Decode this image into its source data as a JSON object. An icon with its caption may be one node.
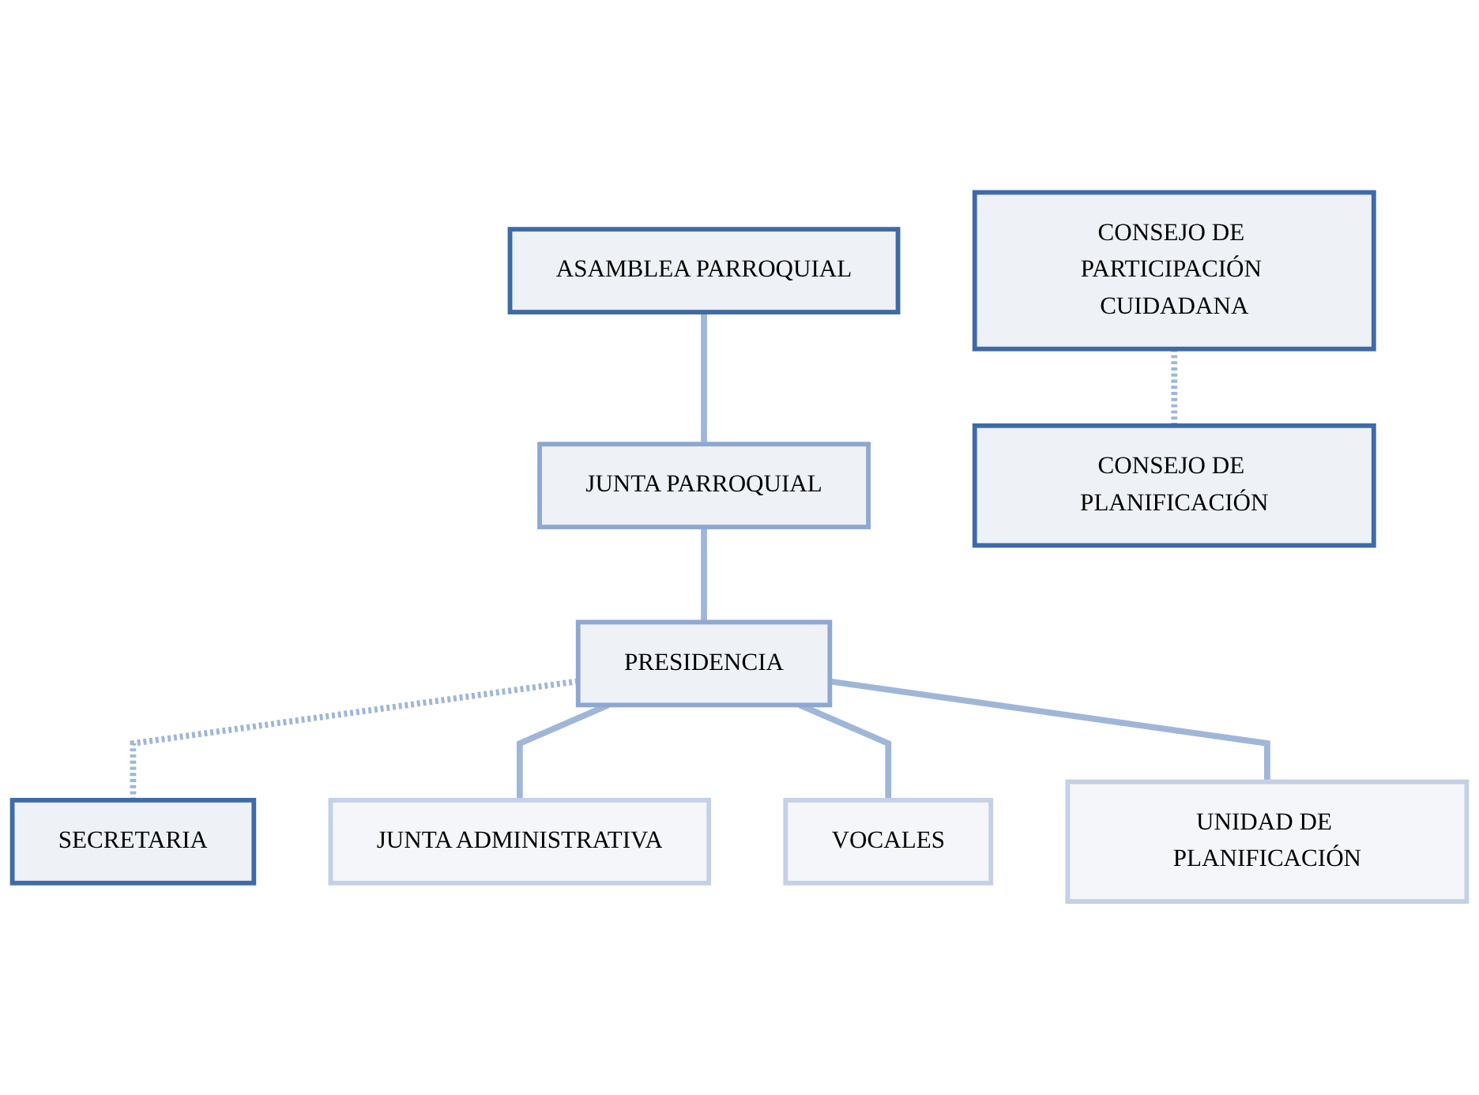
{
  "diagram": {
    "nodes": [
      {
        "text": [
          "ASAMBLEA PARROQUIAL"
        ]
      },
      {
        "text": [
          "JUNTA PARROQUIAL"
        ]
      },
      {
        "text": [
          "CONSEJO DE PARTICIPACIÓN CUIDADANA"
        ]
      },
      {
        "text": [
          "CONSEJO DE PLANIFICACIÓN"
        ]
      },
      {
        "text": [
          "PRESIDENCIA"
        ]
      },
      {
        "text": [
          "SECRETARIA"
        ]
      },
      {
        "text": [
          "JUNTA ADMINISTRATIVA"
        ]
      },
      {
        "text": [
          "VOCALES"
        ]
      },
      {
        "text": [
          "UNIDAD DE PLANIFICACIÓN"
        ]
      }
    ],
    "edges": [
      {
        "from": 0,
        "to": 1,
        "arrow": "none"
      },
      {
        "from": 1,
        "to": 4,
        "arrow": "none"
      },
      {
        "from": 2,
        "to": 3,
        "arrow": "none",
        "style": "dashed"
      },
      {
        "from": 4,
        "to": 5,
        "arrow": "none",
        "style": "dashed"
      },
      {
        "from": 4,
        "to": 6,
        "arrow": "none"
      },
      {
        "from": 4,
        "to": 7,
        "arrow": "none"
      },
      {
        "from": 4,
        "to": 8,
        "arrow": "none"
      }
    ]
  }
}
